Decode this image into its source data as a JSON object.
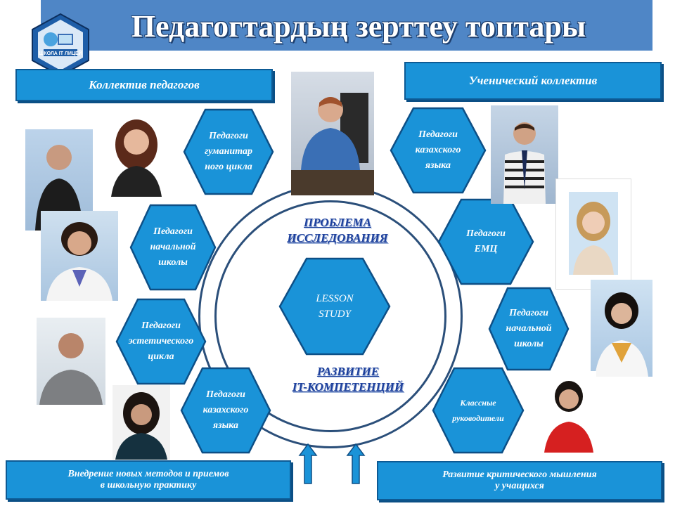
{
  "title": "Педагогтардың зерттеу топтары",
  "logo": {
    "text": "ШКОЛА IT ЛИЦЕЙ"
  },
  "banners": {
    "left_top": "Коллектив педагогов",
    "right_top": "Ученический коллектив",
    "bottom_left_line1": "Внедрение новых методов и приемов",
    "bottom_left_line2": "в школьную практику",
    "bottom_right_line1": "Развитие критического мышления",
    "bottom_right_line2": "у учащихся"
  },
  "hexagons": {
    "hum": [
      "Педагоги",
      "гуманитар",
      "ного цикла"
    ],
    "prim_left": [
      "Педагоги",
      "начальной",
      "школы"
    ],
    "aesth": [
      "Педагоги",
      "эстетического",
      "цикла"
    ],
    "kaz_left": [
      "Педагоги",
      "казахского",
      "языка"
    ],
    "kaz_right": [
      "Педагоги",
      "казахского",
      "языка"
    ],
    "emc": [
      "Педагоги",
      "ЕМЦ"
    ],
    "prim_right": [
      "Педагоги",
      "начальной",
      "школы"
    ],
    "class": [
      "Классные",
      "руководители"
    ],
    "center": [
      "LESSON",
      "STUDY"
    ]
  },
  "circle": {
    "problem_line1": "ПРОБЛЕМА",
    "problem_line2": "ИССЛЕДОВАНИЯ",
    "dev_line1": "РАЗВИТИЕ",
    "dev_line2": "IT-КОМПЕТЕНЦИЙ"
  },
  "colors": {
    "hex_fill": "#1a93d8",
    "hex_border": "#0d4f86",
    "banner": "#1a93d8",
    "title_bar": "#4f86c6",
    "circle_text": "#1c3f9c"
  }
}
